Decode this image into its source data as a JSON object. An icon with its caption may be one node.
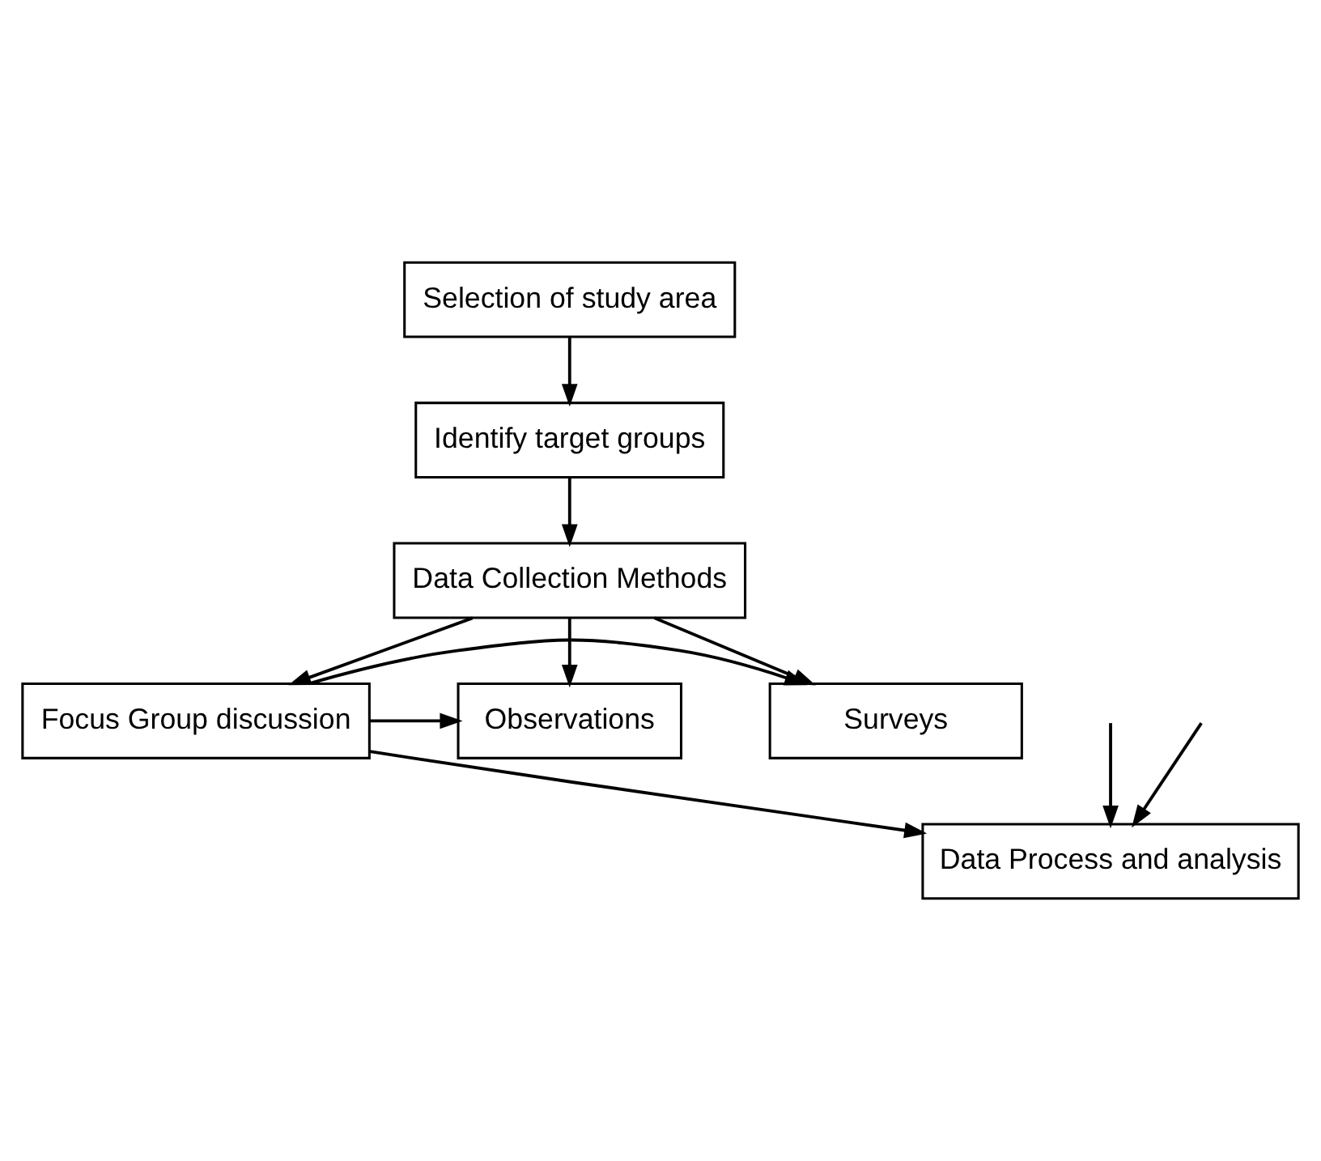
{
  "diagram": {
    "nodes": [
      {
        "text": [
          "Selection of study area"
        ]
      },
      {
        "text": [
          "Identify target groups"
        ]
      },
      {
        "text": [
          "Data Collection Methods"
        ]
      },
      {
        "text": [
          "Surveys"
        ]
      },
      {
        "text": [
          "Focus Group discussion"
        ]
      },
      {
        "text": [
          "Observations"
        ]
      },
      {
        "text": [
          "Data Process and analysis"
        ]
      }
    ],
    "edges": [
      {
        "from": 0,
        "to": 1,
        "arrow": "to"
      },
      {
        "from": 1,
        "to": 2,
        "arrow": "to"
      },
      {
        "from": 2,
        "to": 3,
        "arrow": "to"
      },
      {
        "from": 2,
        "to": 4,
        "arrow": "to"
      },
      {
        "from": 2,
        "to": 5,
        "arrow": "to"
      },
      {
        "from": 4,
        "to": 3,
        "arrow": "to"
      },
      {
        "from": 4,
        "to": 5,
        "arrow": "to"
      },
      {
        "from": 4,
        "to": 6,
        "arrow": "to"
      },
      {
        "from": null,
        "to": 6,
        "arrow": "to"
      },
      {
        "from": null,
        "to": 6,
        "arrow": "to"
      }
    ]
  }
}
